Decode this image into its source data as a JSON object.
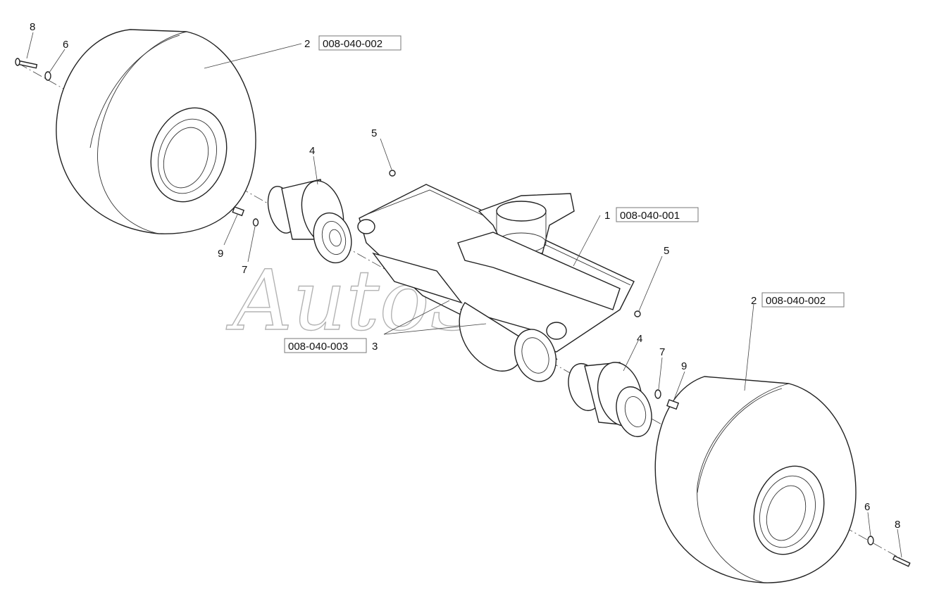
{
  "watermark": "AutoSoft",
  "callouts": [
    {
      "id": "c8a",
      "number": "8",
      "code": ""
    },
    {
      "id": "c6a",
      "number": "6",
      "code": ""
    },
    {
      "id": "c2a",
      "number": "2",
      "code": "008-040-002"
    },
    {
      "id": "c5a",
      "number": "5",
      "code": ""
    },
    {
      "id": "c4a",
      "number": "4",
      "code": ""
    },
    {
      "id": "c1",
      "number": "1",
      "code": "008-040-001"
    },
    {
      "id": "c9a",
      "number": "9",
      "code": ""
    },
    {
      "id": "c7a",
      "number": "7",
      "code": ""
    },
    {
      "id": "c5b",
      "number": "5",
      "code": ""
    },
    {
      "id": "c2b",
      "number": "2",
      "code": "008-040-002"
    },
    {
      "id": "c3",
      "number": "3",
      "code": "008-040-003"
    },
    {
      "id": "c4b",
      "number": "4",
      "code": ""
    },
    {
      "id": "c7b",
      "number": "7",
      "code": ""
    },
    {
      "id": "c9b",
      "number": "9",
      "code": ""
    },
    {
      "id": "c6b",
      "number": "6",
      "code": ""
    },
    {
      "id": "c8b",
      "number": "8",
      "code": ""
    }
  ]
}
